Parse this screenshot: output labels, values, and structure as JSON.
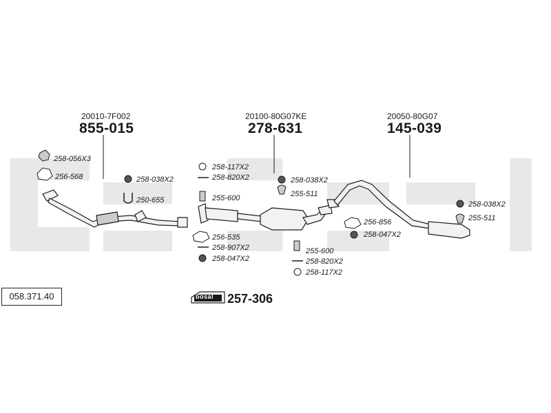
{
  "catalog_number": "058.371.40",
  "watermark_text": "bosal",
  "kit": {
    "logo_text": "bosal",
    "number": "257-306"
  },
  "sections": [
    {
      "ref": "20010-7F002",
      "number": "855-015"
    },
    {
      "ref": "20100-80G07KE",
      "number": "278-631"
    },
    {
      "ref": "20050-80G07",
      "number": "145-039"
    }
  ],
  "parts": {
    "p1": "258-056X3",
    "p2": "256-568",
    "p3": "258-038X2",
    "p4": "250-655",
    "p5": "258-117X2",
    "p6": "258-820X2",
    "p7": "255-600",
    "p8": "256-535",
    "p9": "258-907X2",
    "p10": "258-047X2",
    "p11": "258-038X2",
    "p12": "255-511",
    "p13": "256-856",
    "p14": "258-047X2",
    "p15": "255-600",
    "p16": "258-820X2",
    "p17": "258-117X2",
    "p18": "258-038X2",
    "p19": "255-511"
  },
  "colors": {
    "line": "#1a1a1a",
    "watermark": "#e6e6e6",
    "pipe_fill": "#f2f2f2"
  }
}
